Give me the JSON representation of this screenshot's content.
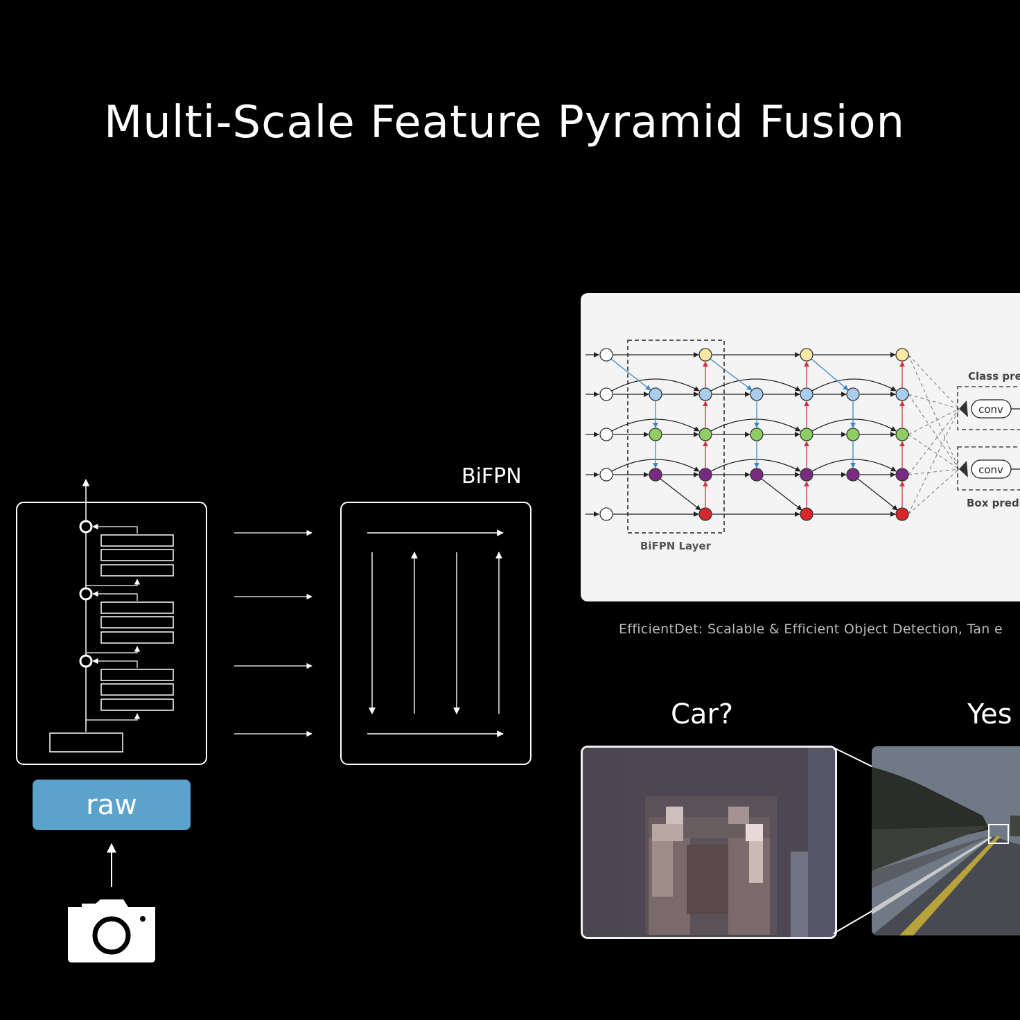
{
  "slide": {
    "title": "Multi-Scale Feature Pyramid Fusion",
    "bifpn_label": "BiFPN",
    "raw_label": "raw",
    "camera_icon": "camera-icon"
  },
  "paper_figure": {
    "layer_label": "BiFPN Layer",
    "class_label": "Class pre",
    "box_label": "Box predi",
    "conv_labels": [
      "conv",
      "conv"
    ],
    "node_colors": {
      "input": "#ffffff",
      "p7": "#fde9a4",
      "p6": "#a9cdef",
      "p5": "#8fce63",
      "p4": "#7a2a83",
      "p3": "#d9252c"
    }
  },
  "citation": "EfficientDet: Scalable & Efficient Object Detection, Tan e",
  "example": {
    "question": "Car?",
    "answer": "Yes"
  },
  "colors": {
    "background": "#000000",
    "accent": "#5ba3cc"
  }
}
